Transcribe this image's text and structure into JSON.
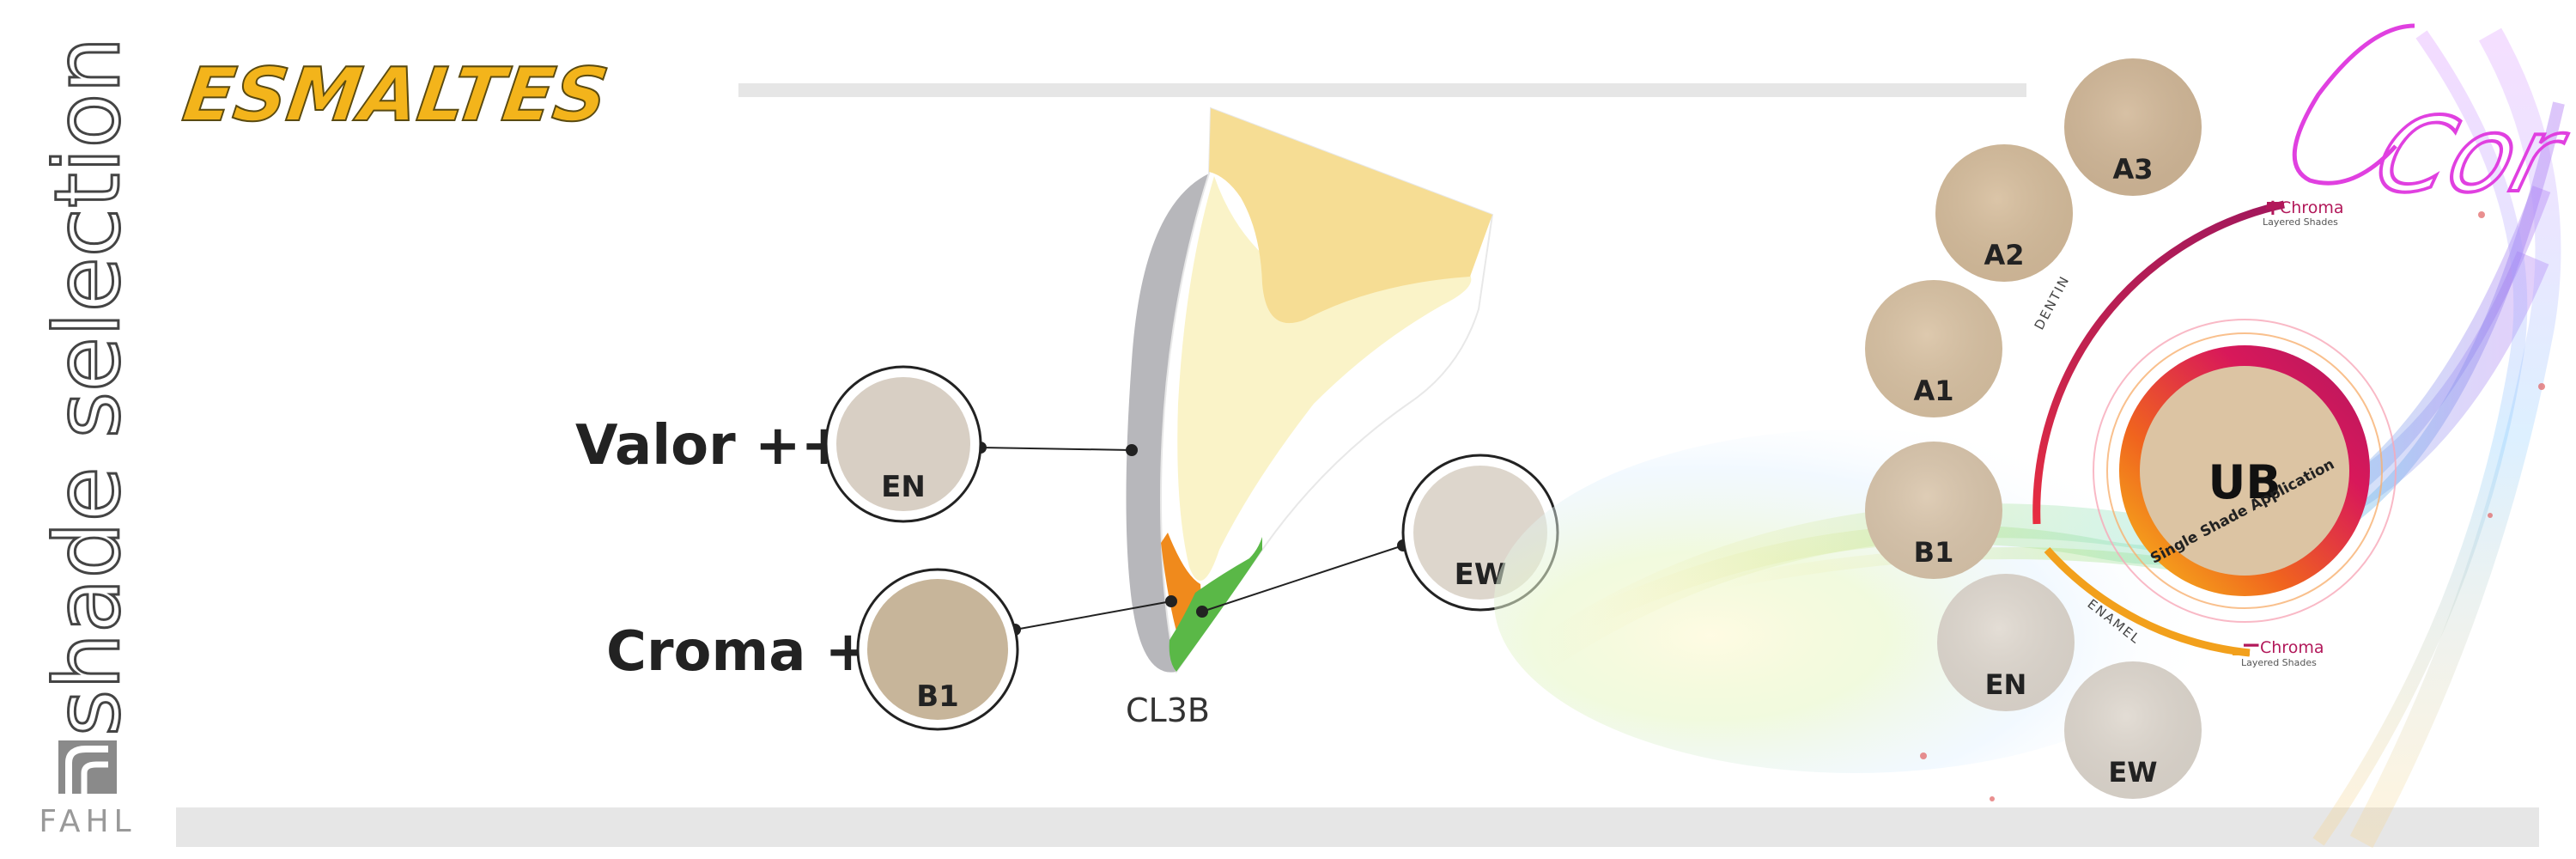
{
  "sidebar": {
    "vertical_title": "shade selection",
    "logo_text": "FAHL"
  },
  "header": {
    "title": "ESMALTES"
  },
  "tooth_diagram": {
    "label": "CL3B",
    "callouts": [
      {
        "label": "Valor ++",
        "shade": "EN",
        "color": "#d8cfc4"
      },
      {
        "label": "Croma +",
        "shade": "B1",
        "color": "#c7b59a"
      }
    ],
    "right_shade": {
      "shade": "EW",
      "color": "#ddd6cc"
    },
    "layer_colors": {
      "incisal_edge": "#b7b7bb",
      "dentin_body": "#faf3c8",
      "cervical": "#f6dd94",
      "orange_zone": "#f08a1c",
      "green_zone": "#5ab847"
    }
  },
  "shade_guide": {
    "brand": "Cor",
    "center": {
      "title": "UB",
      "subtitle": "Single Shade Application",
      "color": "#dcc4a3"
    },
    "arc_labels": {
      "dentin": "DENTIN",
      "enamel": "ENAMEL"
    },
    "plus_chroma": {
      "sign": "+",
      "label": "Chroma",
      "sub": "Layered Shades"
    },
    "minus_chroma": {
      "sign": "−",
      "label": "Chroma",
      "sub": "Layered Shades"
    },
    "shades": [
      {
        "name": "A3",
        "color": "#d2b898"
      },
      {
        "name": "A2",
        "color": "#d6bd9c"
      },
      {
        "name": "A1",
        "color": "#d9c2a3"
      },
      {
        "name": "B1",
        "color": "#dac6ac"
      },
      {
        "name": "EN",
        "color": "#e0d9d0"
      },
      {
        "name": "EW",
        "color": "#dfd8cf"
      }
    ]
  },
  "colors": {
    "title_yellow": "#f3b41b",
    "accent_magenta": "#b2185a",
    "accent_orange": "#f2a01c",
    "brand_pink": "#e040e0",
    "bar_gray": "#e6e6e6"
  }
}
